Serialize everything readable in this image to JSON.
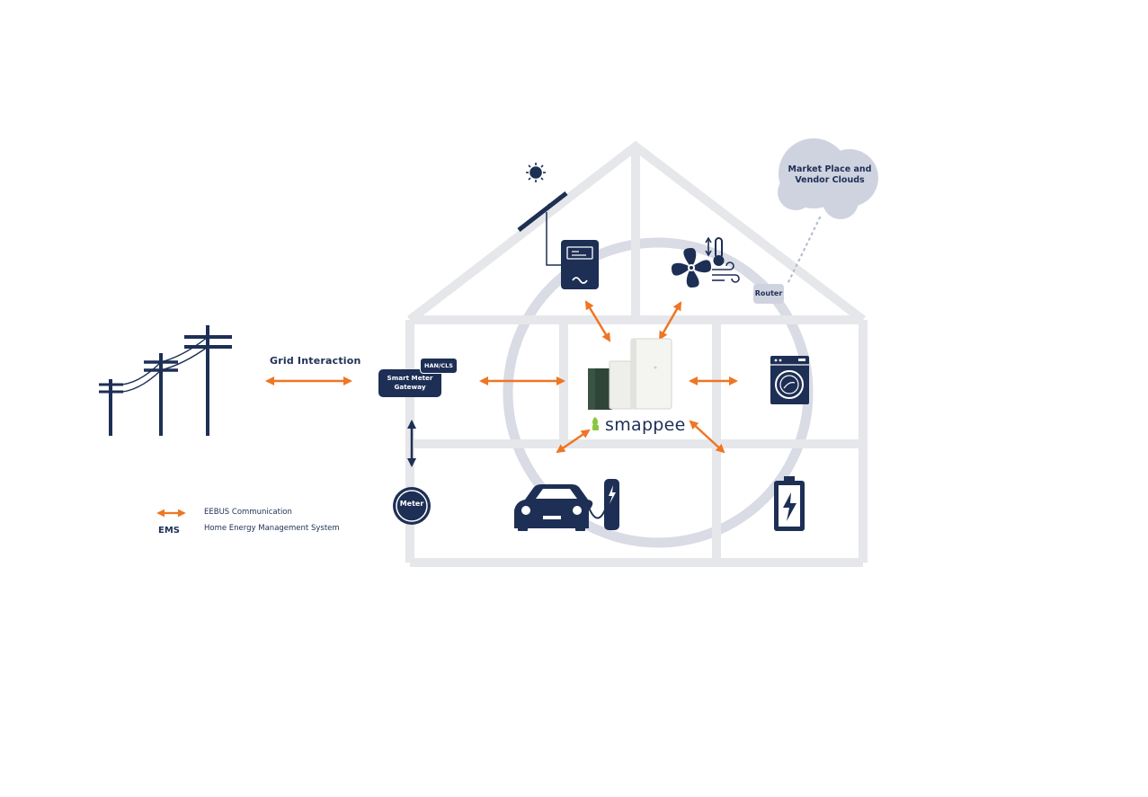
{
  "labels": {
    "grid_interaction": "Grid Interaction",
    "market_place": "Market Place and Vendor Clouds",
    "router": "Router",
    "smart_meter_gateway": "Smart Meter Gateway",
    "han_cls": "HAN/CLS",
    "meter": "Meter",
    "brand": "smappee"
  },
  "legend": {
    "eebus_label": "EEBUS Communication",
    "ems_tag": "EMS",
    "ems_label": "Home Energy Management System"
  },
  "colors": {
    "navy": "#1e2f55",
    "orange": "#ee7623",
    "house_outline": "#e6e7ea",
    "ring": "#d9dbe5",
    "cloud": "#cfd3e0",
    "brand_green": "#8cc63f"
  },
  "icons": [
    "power-lines-icon",
    "sun-icon",
    "solar-panel-icon",
    "inverter-icon",
    "heat-pump-icon",
    "thermometer-icon",
    "washing-machine-icon",
    "electric-car-icon",
    "charging-station-icon",
    "home-battery-icon",
    "meter-icon",
    "energy-hub-icon"
  ]
}
